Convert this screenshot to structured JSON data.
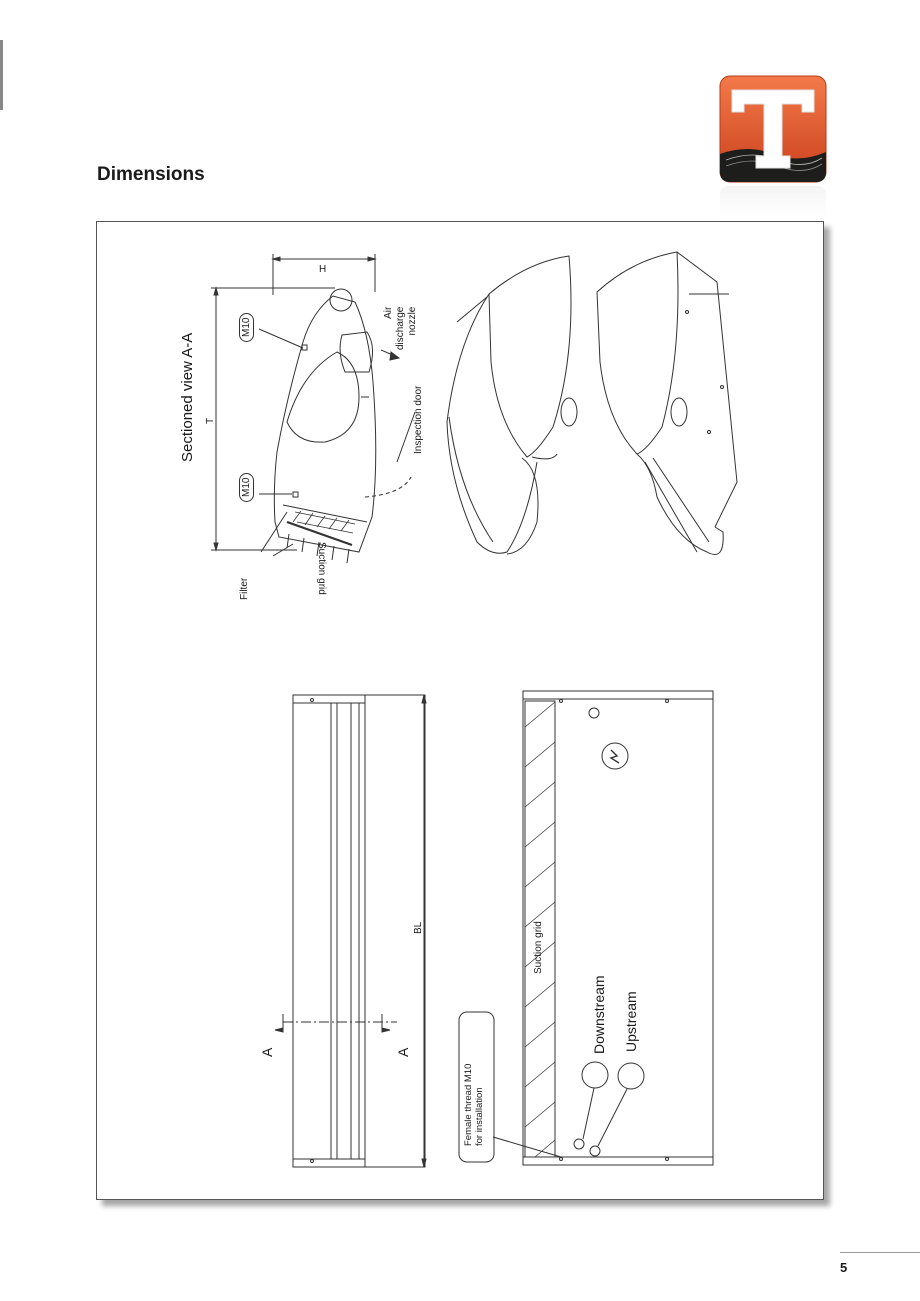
{
  "page": {
    "title": "Dimensions",
    "page_number": "5"
  },
  "colors": {
    "logo_orange": "#e8542a",
    "logo_dark": "#1d1d1b",
    "line": "#333333"
  },
  "logo": {
    "letter": "T"
  },
  "drawing": {
    "section_title": "Sectioned view A-A",
    "dim_h": "H",
    "dim_t": "T",
    "m10_upper": "M10",
    "m10_lower": "M10",
    "air_discharge_nozzle": [
      "Air",
      "discharge",
      "nozzle"
    ],
    "inspection_door": "Inspection door",
    "filter": "Filter",
    "suction_grid_section": "Suction grid",
    "dim_bl": "BL",
    "section_mark_left": "A",
    "section_mark_right": "A",
    "female_thread": [
      "Female thread M10",
      "for installation"
    ],
    "suction_grid_plan": "Suction grid",
    "downstream": "Downstream",
    "upstream": "Upstream"
  }
}
